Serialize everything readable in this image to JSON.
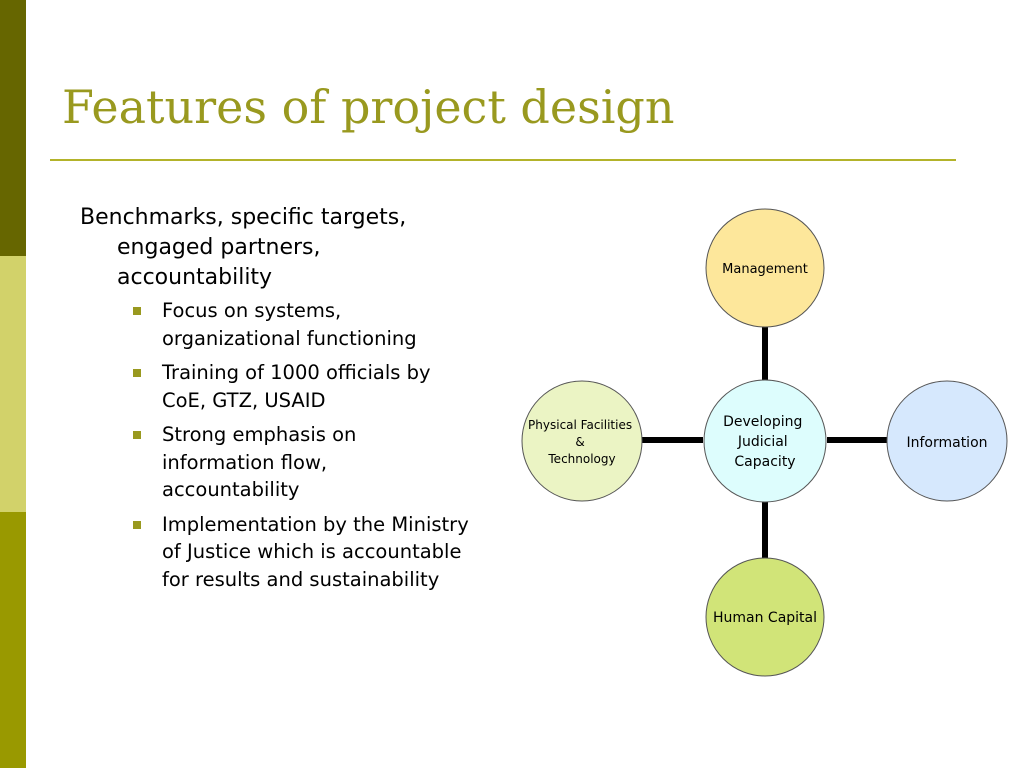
{
  "slide": {
    "title": "Features of project design",
    "main_point": "Benchmarks, specific targets, engaged partners, accountability",
    "bullets": [
      "Focus on systems, organizational functioning",
      "Training of 1000 officials by CoE, GTZ, USAID",
      "Strong emphasis on information flow, accountability",
      "Implementation by the Ministry of Justice which is accountable for results and sustainability"
    ]
  },
  "diagram": {
    "center": {
      "lines": [
        "Developing",
        "Judicial",
        "Capacity"
      ],
      "fill": "#ddfdfd"
    },
    "top": {
      "lines": [
        "Management"
      ],
      "fill": "#fde79b"
    },
    "right": {
      "lines": [
        "Information"
      ],
      "fill": "#d6e8fd"
    },
    "bottom": {
      "lines": [
        "Human Capital"
      ],
      "fill": "#d1e478"
    },
    "left": {
      "lines": [
        "Physical Facilities",
        "&",
        "Technology"
      ],
      "fill": "#ebf4c4"
    }
  },
  "colors": {
    "sidebar_dark": "#666600",
    "sidebar_light": "#d2d26a",
    "sidebar_mid": "#999900",
    "accent": "#99991f",
    "connector": "#000000"
  }
}
